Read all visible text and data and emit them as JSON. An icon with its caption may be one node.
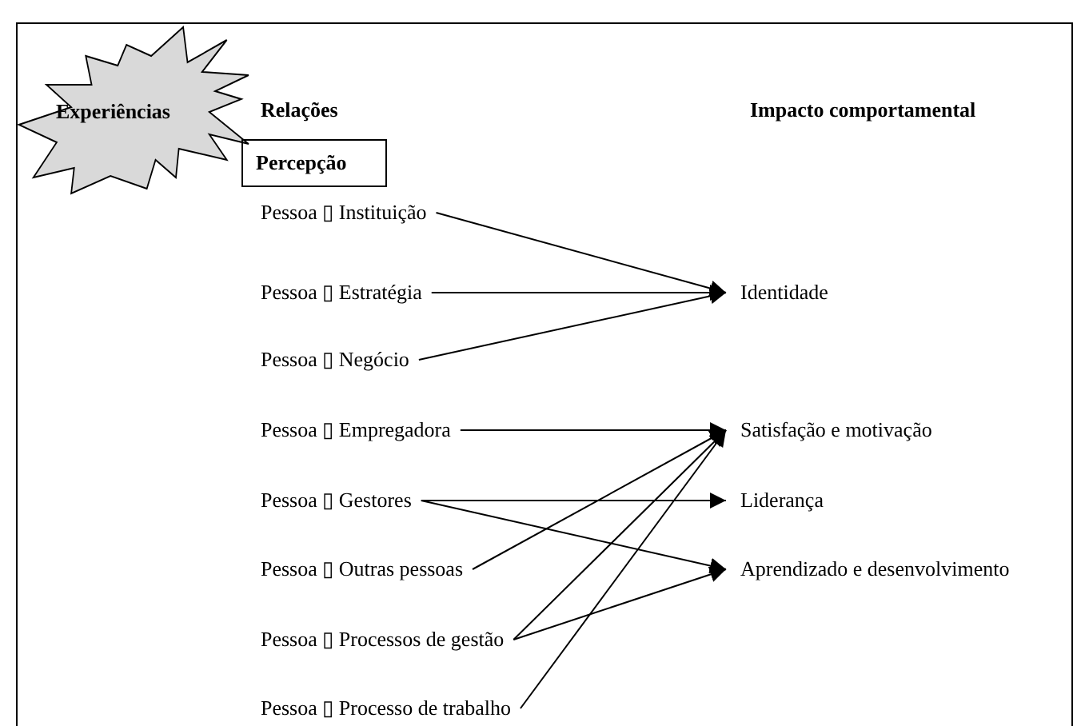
{
  "diagram": {
    "nodes": [
      {
        "text": [
          "Experiências"
        ]
      },
      {
        "text": [
          "Percepção"
        ]
      },
      {
        "text": [
          "Pessoa ▯ Instituição"
        ]
      },
      {
        "text": [
          "Pessoa ▯ Estratégia"
        ]
      },
      {
        "text": [
          "Pessoa ▯ Negócio"
        ]
      },
      {
        "text": [
          "Pessoa ▯ Empregadora"
        ]
      },
      {
        "text": [
          "Pessoa ▯ Gestores"
        ]
      },
      {
        "text": [
          "Pessoa ▯ Outras pessoas"
        ]
      },
      {
        "text": [
          "Pessoa ▯ Processos de gestão"
        ]
      },
      {
        "text": [
          "Pessoa ▯ Processo de trabalho"
        ]
      },
      {
        "text": [
          "Identidade"
        ]
      },
      {
        "text": [
          "Satisfação e motivação"
        ]
      },
      {
        "text": [
          "Liderança"
        ]
      },
      {
        "text": [
          "Aprendizado e desenvolvimento"
        ]
      }
    ],
    "edges": [
      {
        "from": 2,
        "to": 10,
        "arrow": "to"
      },
      {
        "from": 3,
        "to": 10,
        "arrow": "to"
      },
      {
        "from": 4,
        "to": 10,
        "arrow": "to"
      },
      {
        "from": 5,
        "to": 11,
        "arrow": "to"
      },
      {
        "from": 6,
        "to": 12,
        "arrow": "to"
      },
      {
        "from": 6,
        "to": 13,
        "arrow": "to"
      },
      {
        "from": 7,
        "to": 11,
        "arrow": "to"
      },
      {
        "from": 8,
        "to": 11,
        "arrow": "to"
      },
      {
        "from": 8,
        "to": 13,
        "arrow": "to"
      },
      {
        "from": 9,
        "to": 11,
        "arrow": "to"
      }
    ],
    "labels": [
      "Relações",
      "Impacto comportamental"
    ]
  }
}
